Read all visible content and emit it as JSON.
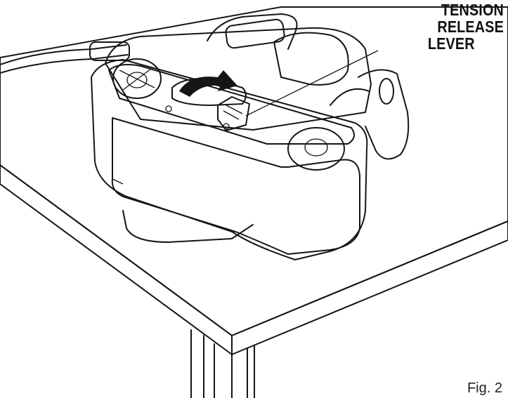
{
  "callout": {
    "line1": "TENSION RELEASE",
    "line2": "LEVER"
  },
  "figure_label": "Fig. 2",
  "colors": {
    "ink": "#151515",
    "paper": "#ffffff",
    "abrasive": "#bdbdbd"
  }
}
